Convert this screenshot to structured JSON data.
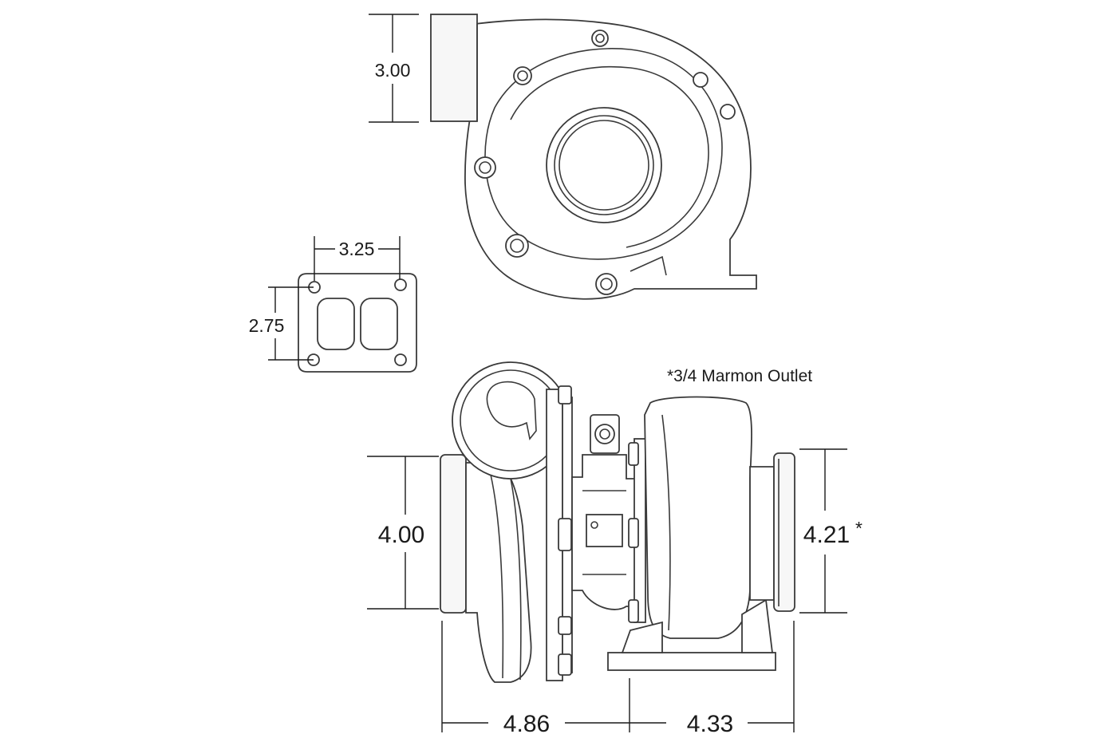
{
  "dimensions": {
    "compressor_inlet_height": "3.00",
    "flange_bolt_width": "3.25",
    "flange_bolt_height": "2.75",
    "compressor_inlet_diameter": "4.00",
    "turbine_outlet_diameter": "4.21",
    "turbine_outlet_marker": "*",
    "compressor_side_length": "4.86",
    "turbine_side_length": "4.33"
  },
  "notes": {
    "outlet_note": "*3/4 Marmon Outlet"
  },
  "colors": {
    "line": "#3a3a3a",
    "text": "#1a1a1a",
    "background": "#ffffff"
  }
}
